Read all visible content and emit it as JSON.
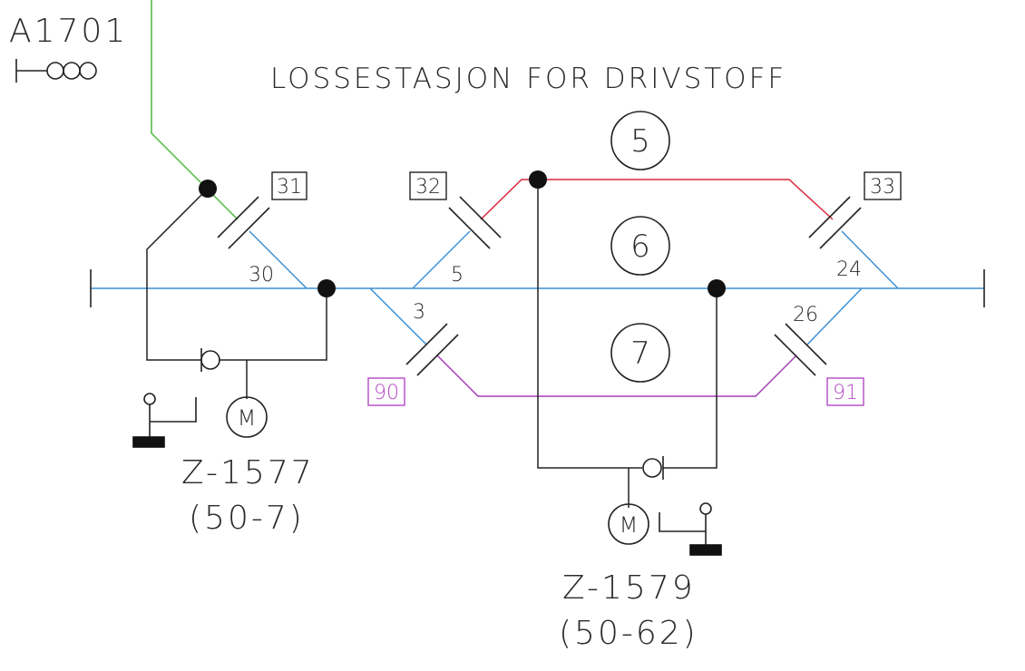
{
  "colors": {
    "ink": "#222222",
    "blue": "#3b8fd4",
    "red": "#d8283a",
    "purple": "#a63cb8",
    "green": "#4ab83c",
    "label_purple": "#b24ac4"
  },
  "station_id": "A1701",
  "title": "LOSSESTASJON FOR DRIVSTOFF",
  "tracks": {
    "track_5": "5",
    "track_6": "6",
    "track_7": "7"
  },
  "switch_boxes": {
    "s31": "31",
    "s32": "32",
    "s33": "33",
    "s90": "90",
    "s91": "91"
  },
  "track_labels": {
    "l30": "30",
    "l5": "5",
    "l3": "3",
    "l24": "24",
    "l26": "26"
  },
  "devices": {
    "left": {
      "id": "Z-1577",
      "sub": "(50-7)",
      "motor": "M"
    },
    "right": {
      "id": "Z-1579",
      "sub": "(50-62)",
      "motor": "M"
    }
  },
  "icons": [
    "signal-icon",
    "motor-icon",
    "switch-lever-icon"
  ]
}
